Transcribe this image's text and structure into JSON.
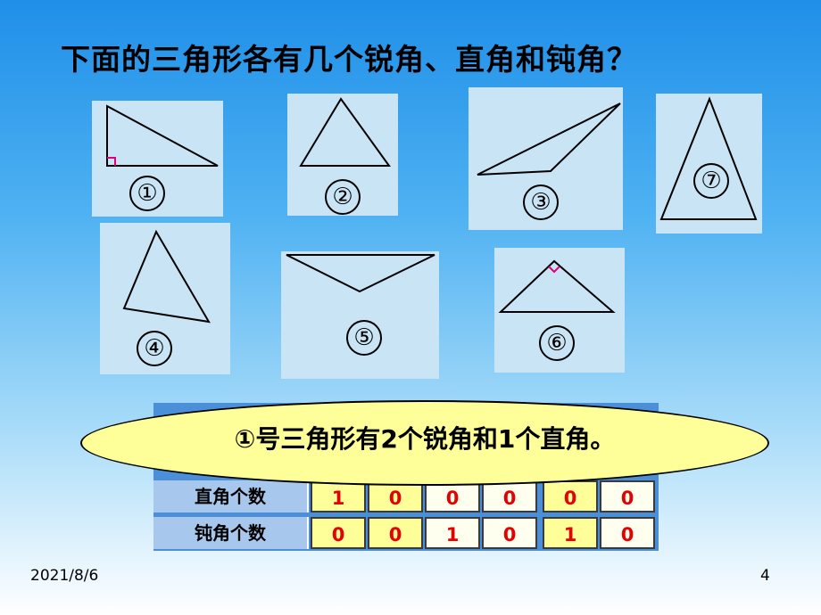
{
  "slide": {
    "title": "下面的三角形各有几个锐角、直角和钝角？",
    "callout": "①号三角形有2个锐角和1个直角。",
    "date": "2021/8/6",
    "page_number": "4"
  },
  "triangles": [
    {
      "label": "①"
    },
    {
      "label": "②"
    },
    {
      "label": "③"
    },
    {
      "label": "⑦"
    },
    {
      "label": "④"
    },
    {
      "label": "⑤"
    },
    {
      "label": "⑥"
    }
  ],
  "table": {
    "rows": [
      {
        "header": "直角个数",
        "values": [
          "1",
          "0",
          "0",
          "0",
          "0",
          "0"
        ]
      },
      {
        "header": "钝角个数",
        "values": [
          "0",
          "0",
          "1",
          "0",
          "1",
          "0"
        ]
      }
    ]
  },
  "colors": {
    "right_angle_marker": "#e0007a",
    "table_values": "#e60000",
    "callout_fill": "#ffff99"
  }
}
